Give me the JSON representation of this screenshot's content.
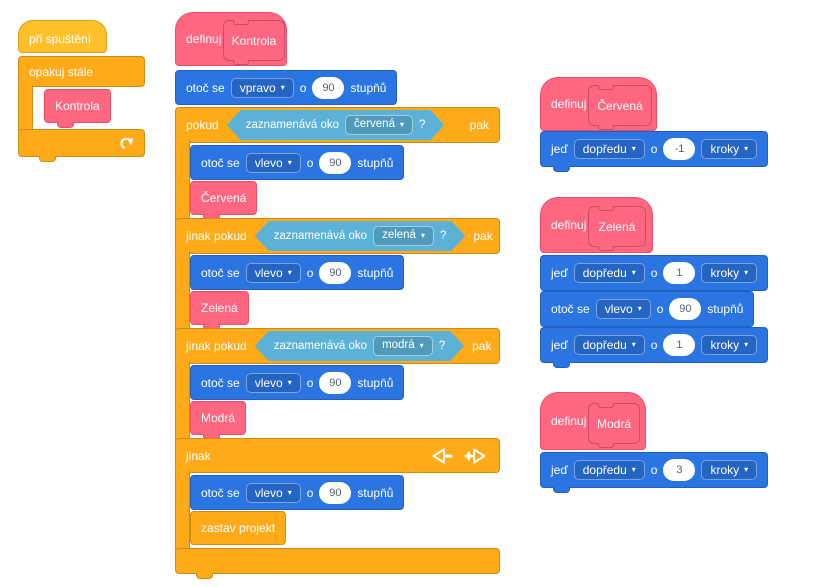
{
  "colors": {
    "block_blue": "#2a75e2",
    "block_orange": "#ffab19",
    "block_yellow": "#ffc12b",
    "block_pink": "#ff6680",
    "sensing_lightblue": "#5cb1d6",
    "workspace_bg": "#ffffff"
  },
  "icons": {
    "caret_down": "▾"
  },
  "labels": {
    "when_started": "při spuštění",
    "forever": "opakuj stále",
    "define": "definuj",
    "if": "pokud",
    "else_if": "jinak pokud",
    "else": "jinak",
    "then": "pak",
    "turn": "otoč se",
    "right": "vpravo",
    "left": "vlevo",
    "of": "o",
    "degrees": "stupňů",
    "drive": "jeď",
    "forward": "dopředu",
    "steps": "kroky",
    "eye_detects": "zaznamenává oko",
    "question_mark": "?",
    "stop_project": "zastav projekt",
    "color_red_option": "červená",
    "color_green_option": "zelená",
    "color_blue_option": "modrá",
    "proc_kontrola": "Kontrola",
    "proc_red": "Červená",
    "proc_green": "Zelená",
    "proc_blue": "Modrá"
  },
  "values": {
    "turn_degrees": "90",
    "red_steps": "-1",
    "green_steps": "1",
    "blue_steps": "3"
  }
}
